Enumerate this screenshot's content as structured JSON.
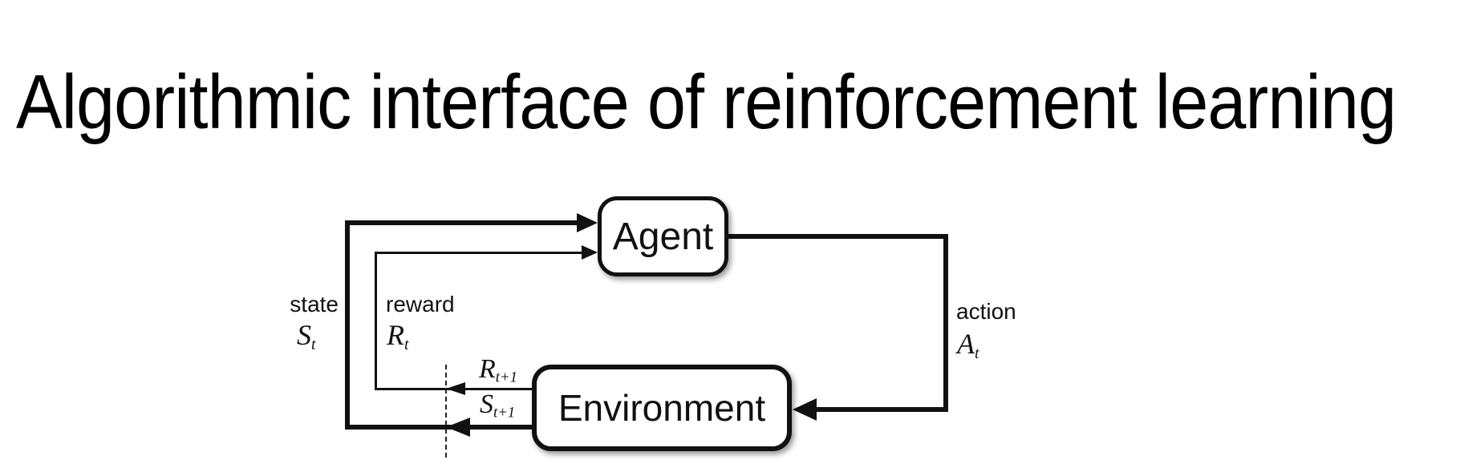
{
  "title": "Algorithmic interface of reinforcement learning",
  "diagram": {
    "agent": {
      "label": "Agent"
    },
    "environment": {
      "label": "Environment"
    },
    "state": {
      "label": "state",
      "symbol": "S",
      "subscript": "t"
    },
    "reward": {
      "label": "reward",
      "symbol": "R",
      "subscript": "t"
    },
    "action": {
      "label": "action",
      "symbol": "A",
      "subscript": "t"
    },
    "next_reward": {
      "symbol": "R",
      "subscript": "t+1"
    },
    "next_state": {
      "symbol": "S",
      "subscript": "t+1"
    },
    "colors": {
      "ink": "#111111",
      "background": "#ffffff"
    }
  }
}
